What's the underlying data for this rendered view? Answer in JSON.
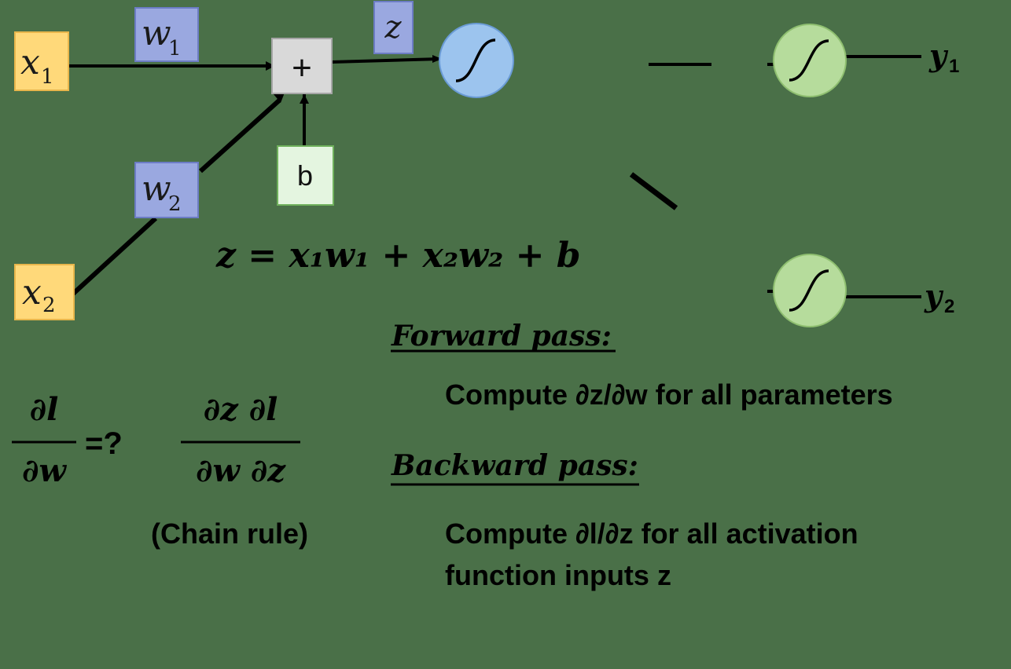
{
  "inputs": {
    "x1": "x",
    "x1_sub": "1",
    "x2": "x",
    "x2_sub": "2"
  },
  "weights": {
    "w1": "w",
    "w1_sub": "1",
    "w2": "w",
    "w2_sub": "2"
  },
  "sum_symbol": "+",
  "bias": "b",
  "z_label": "z",
  "outputs": {
    "y1": "y",
    "y1_sub": "1",
    "y2": "y",
    "y2_sub": "2"
  },
  "equation": "z = x₁w₁ + x₂w₂ + b",
  "forward": {
    "title": "Forward pass:",
    "body": "Compute ∂z/∂w for all parameters"
  },
  "backward": {
    "title": "Backward pass:",
    "body_line1": "Compute ∂l/∂z for all activation",
    "body_line2": "function inputs z"
  },
  "chain_rule": {
    "lhs_num": "∂l",
    "lhs_den": "∂w",
    "equals": "=?",
    "rhs_num": "∂z ∂l",
    "rhs_den": "∂w ∂z",
    "caption": "(Chain rule)"
  },
  "colors": {
    "background": "#4a7048",
    "input_fill": "#ffd97a",
    "weight_fill": "#9aa8e0",
    "sum_fill": "#d9d9d9",
    "bias_fill": "#e4f5e0",
    "neuron_blue": "#9cc4ee",
    "neuron_green": "#b6dc9c"
  }
}
